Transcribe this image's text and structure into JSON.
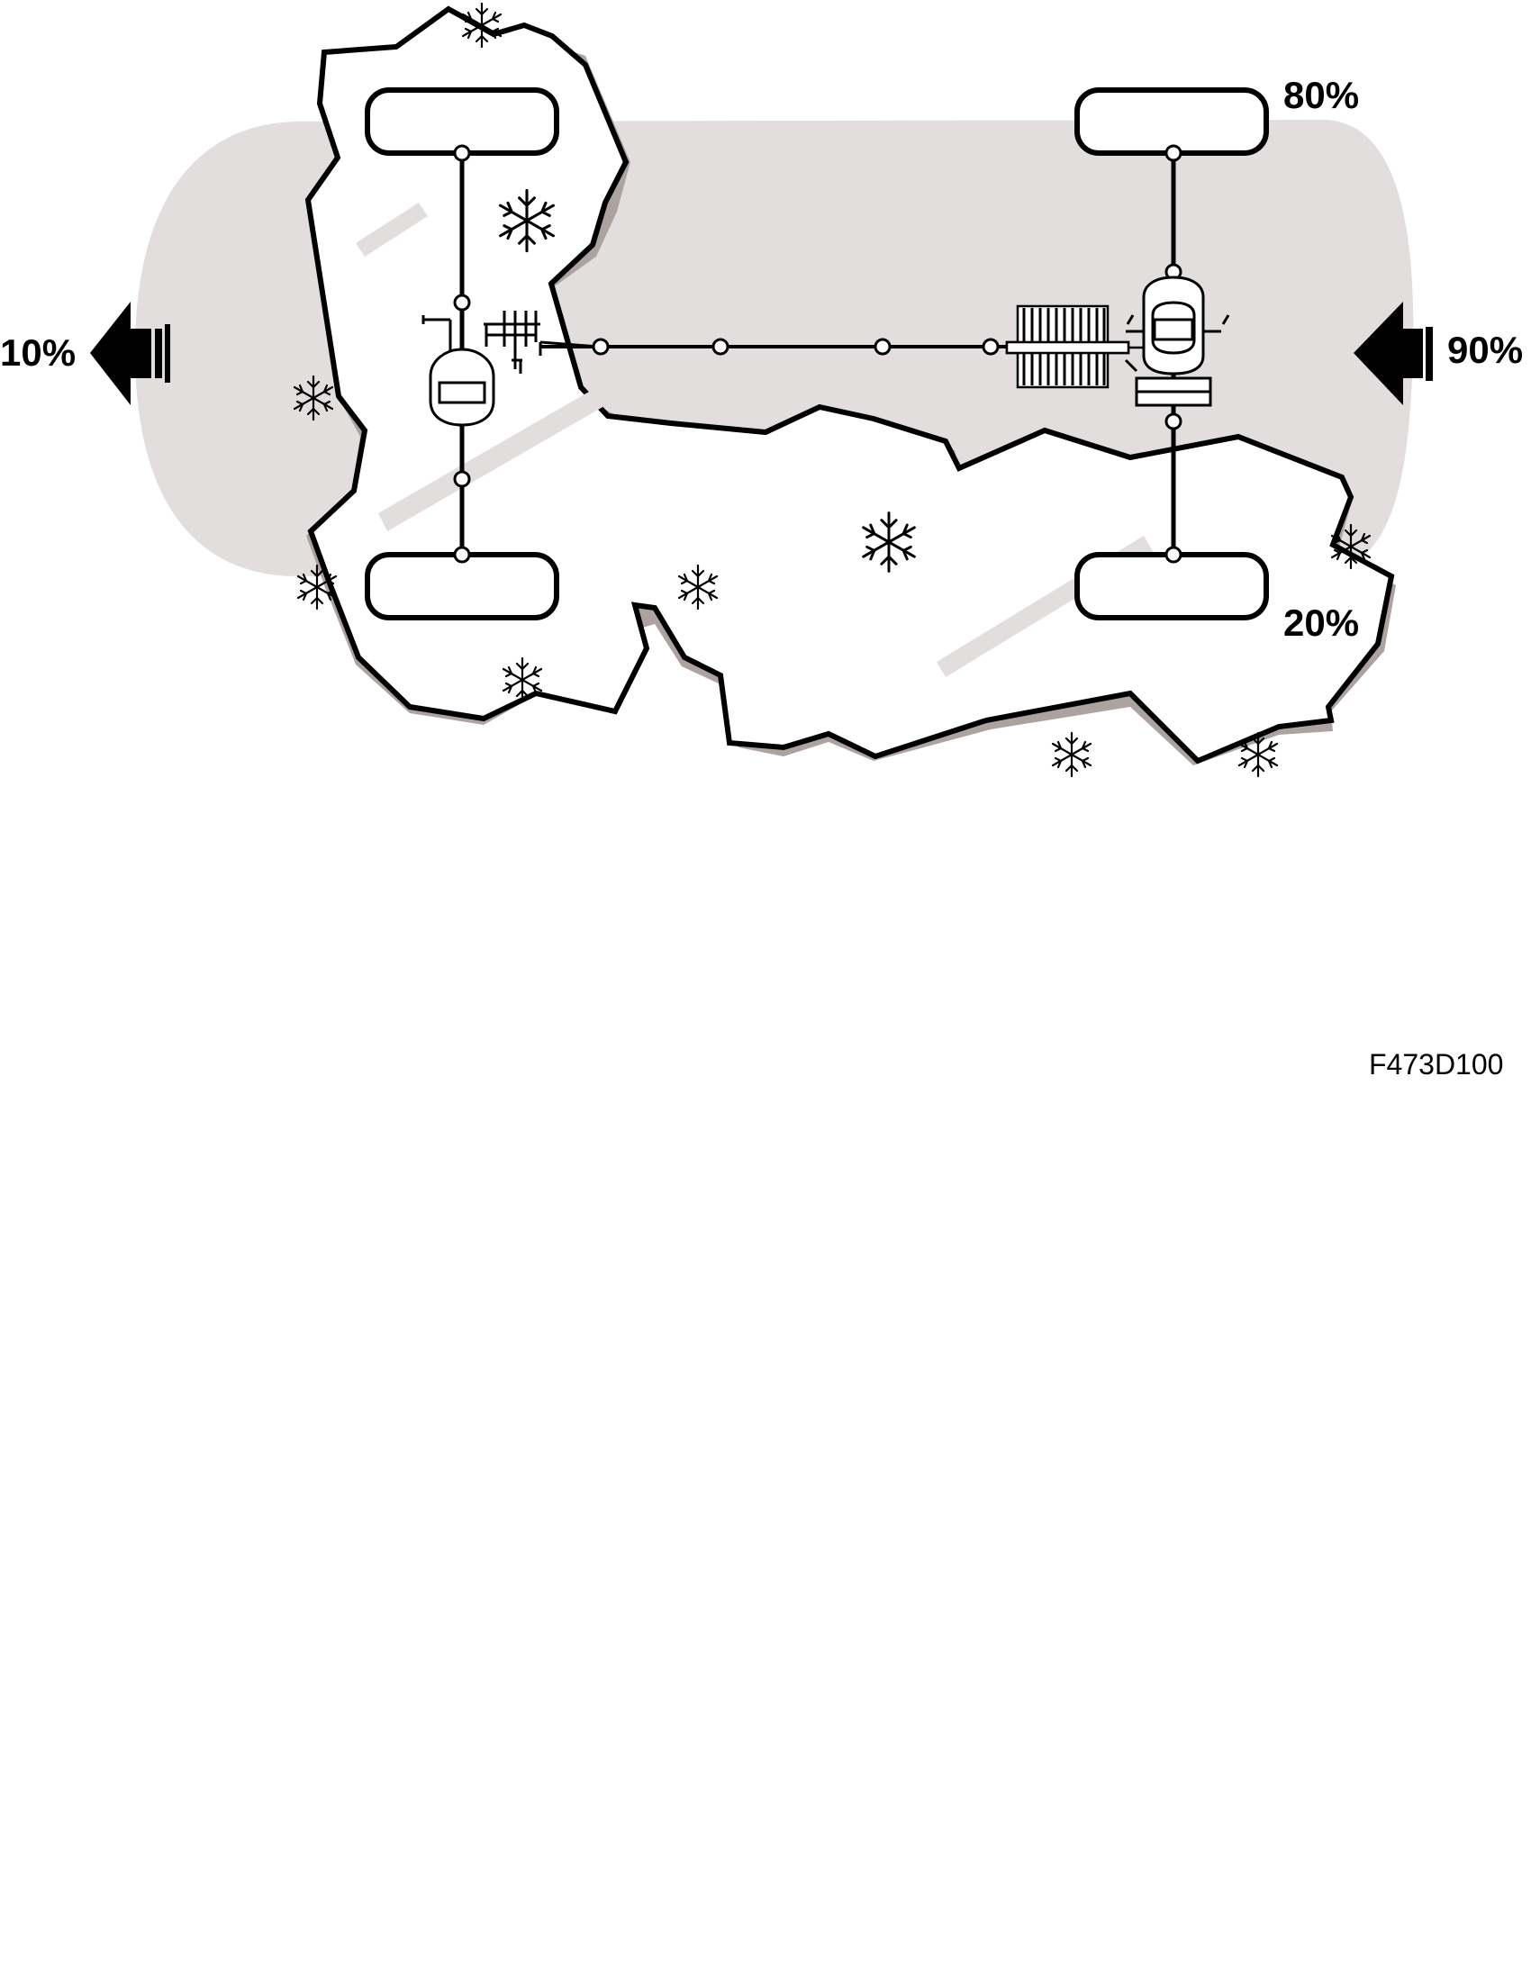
{
  "labels": {
    "left_arrow_pct": "10%",
    "right_arrow_pct": "90%",
    "right_front_wheel_pct": "80%",
    "right_rear_wheel_pct": "20%"
  },
  "figure_id": "F473D100",
  "colors": {
    "background_blob": "#e2dedd",
    "ice_shadow": "#aca3a1",
    "ice_fill": "#ffffff",
    "outline": "#000000"
  },
  "icons": [
    "arrow-left-icon",
    "arrow-right-icon",
    "snowflake-icon"
  ]
}
